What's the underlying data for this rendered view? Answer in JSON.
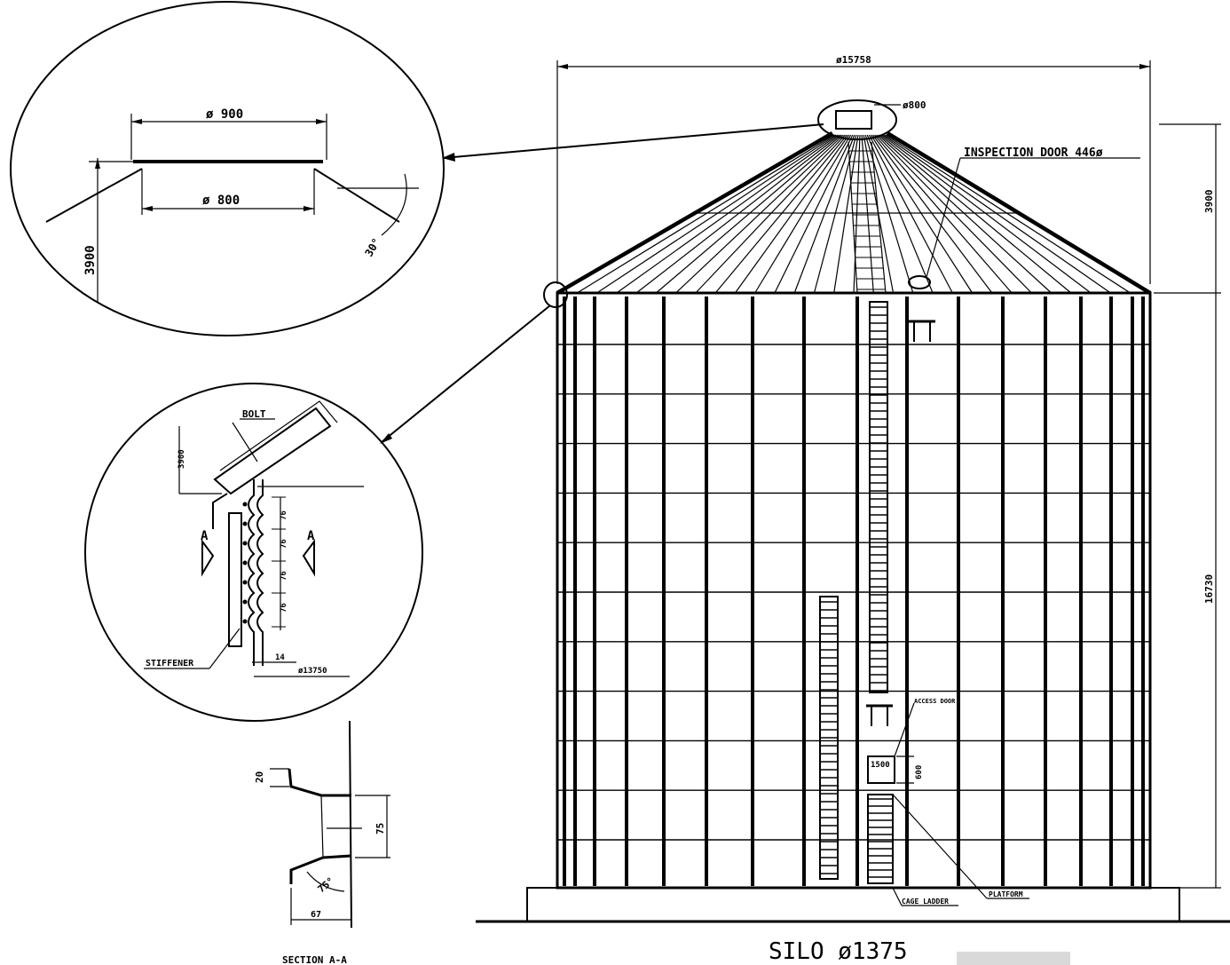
{
  "labels": {
    "overall_diameter": "ø15758",
    "top_opening": "ø800",
    "inspection_door": "INSPECTION DOOR 446ø",
    "roof_height": "3900",
    "wall_height": "16730",
    "silo_title": "SILO ø1375",
    "detail1_top": "ø 900",
    "detail1_bottom": "ø 800",
    "detail1_height": "3900",
    "detail1_angle": "30°",
    "detail2_bolt": "BOLT",
    "detail2_height": "3900",
    "detail2_stiffener": "STIFFENER",
    "detail2_dim76a": "76",
    "detail2_dim76b": "76",
    "detail2_dim76c": "76",
    "detail2_dim76d": "76",
    "detail2_gap": "14",
    "detail2_diameter": "ø13750",
    "section_A_left": "A",
    "section_A_right": "A",
    "section_dim20": "20",
    "section_dim75": "75",
    "section_dim67": "67",
    "section_angle": "75°",
    "section_title": "SECTION A-A",
    "access_door": "ACCESS DOOR",
    "door_size": "1500",
    "door_height": "600",
    "platform": "PLATFORM",
    "cage_ladder": "CAGE LADDER"
  }
}
